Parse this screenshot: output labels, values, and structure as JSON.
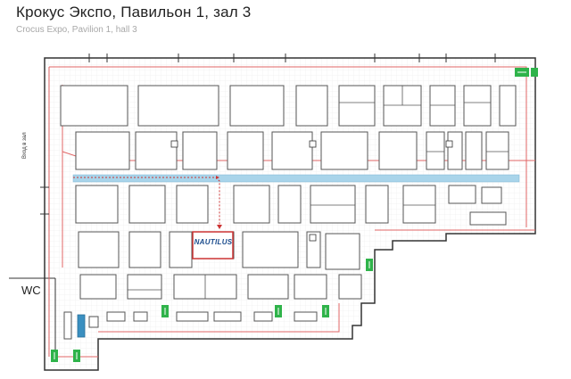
{
  "header": {
    "title": "Крокус Экспо, Павильон 1, зал 3",
    "subtitle": "Crocus Expo, Pavilion 1, hall 3"
  },
  "labels": {
    "wc": "WC",
    "entrance": "Вход в зал",
    "brand": "NAUTILUS"
  },
  "colors": {
    "walls": "#333333",
    "booth_border": "#555555",
    "grid": "#e6e6e6",
    "route_line": "#e06666",
    "aisle_highlight": "#a9d4ea",
    "exit_green": "#2fb34a",
    "nautilus_border": "#cc3333"
  },
  "icons": [
    "exit-sign-icon",
    "fire-hose-icon",
    "route-arrow-icon"
  ]
}
